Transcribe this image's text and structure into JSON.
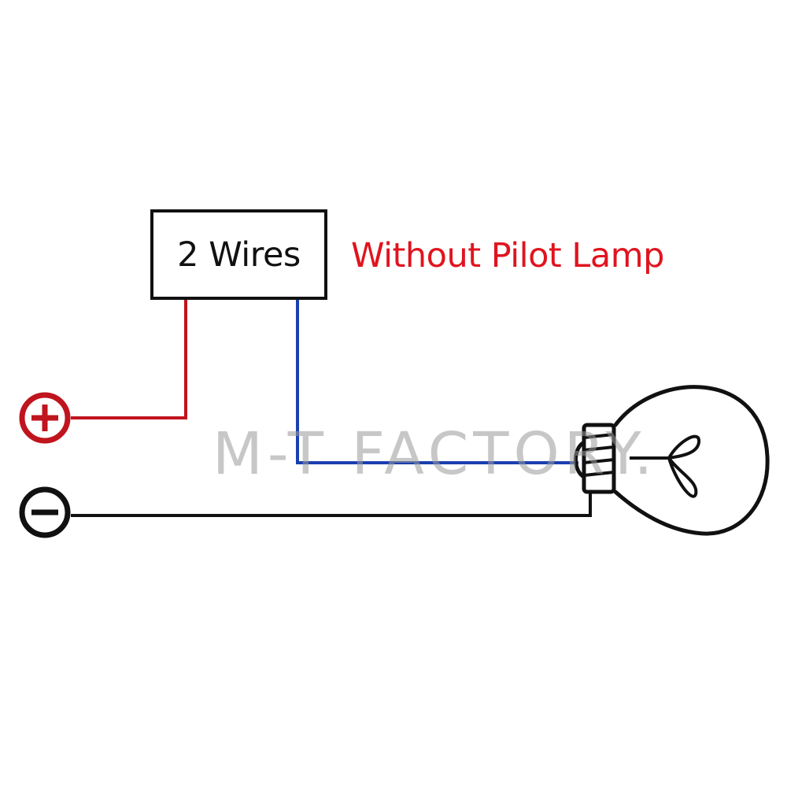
{
  "switch_box": {
    "label": "2 Wires"
  },
  "heading": {
    "text": "Without Pilot Lamp",
    "color": "#e0141e"
  },
  "watermark": {
    "text": "M-T   FACTORY.",
    "color": "#9a9a9a"
  },
  "terminals": {
    "positive": {
      "symbol": "plus-symbol",
      "color": "#c0141e"
    },
    "negative": {
      "symbol": "minus-symbol",
      "color": "#111111"
    }
  },
  "wires": {
    "positive_color": "#c0141e",
    "switched_color": "#1a3fb0",
    "negative_color": "#111111"
  },
  "load": {
    "icon": "light-bulb-icon",
    "color": "#111111"
  }
}
